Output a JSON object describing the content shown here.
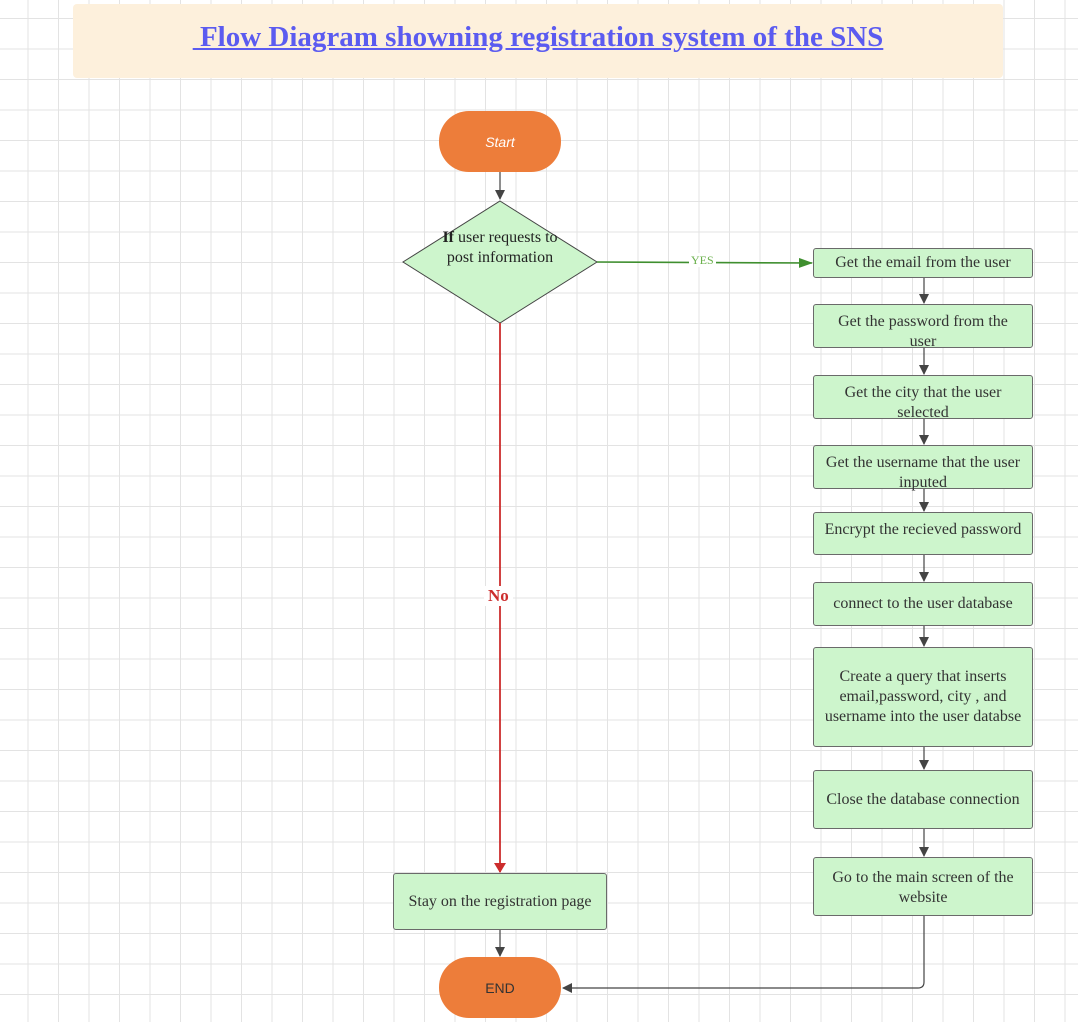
{
  "title": " Flow Diagram showning registration system of the SNS",
  "start": {
    "label": "Start"
  },
  "end": {
    "label": "END"
  },
  "decision": {
    "bold_word": "If",
    "rest": " user requests to post information"
  },
  "yes_label": "YES",
  "no_label": "No",
  "steps": [
    "Get the email from the user",
    "Get the password from the user",
    "Get the city that the user selected",
    "Get the username that the user inputed",
    "Encrypt the recieved password",
    "connect to the user database",
    "Create a query that inserts email,password, city , and username into the user databse",
    "Close the database connection",
    "Go to the main screen of the website"
  ],
  "stay": "Stay on the registration page",
  "colors": {
    "terminal": "#ed7d3a",
    "process_fill": "#cdf5cc",
    "yes_line": "#3f8f2f",
    "no_line": "#cc2d2d",
    "title": "#5b5bf0",
    "banner": "#fdf0dc"
  }
}
